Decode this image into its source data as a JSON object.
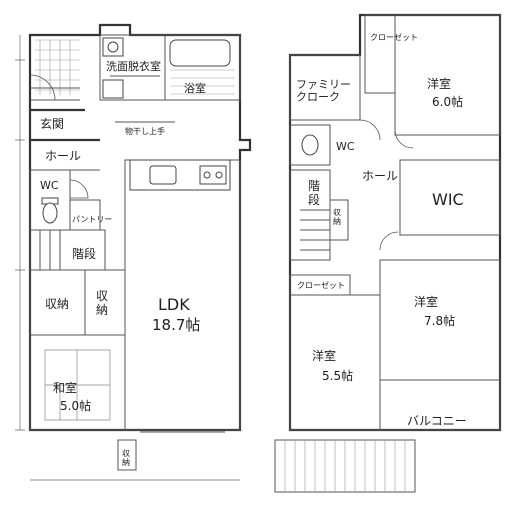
{
  "floor1": {
    "rooms": {
      "washroom": "洗面脱衣室",
      "bath": "浴室",
      "entrance": "玄関",
      "hall": "ホール",
      "wc": "WC",
      "pantry": "パントリー",
      "stairs": "階段",
      "storage_left": "収納",
      "storage_right": "収\n納",
      "ldk": "LDK",
      "ldk_size": "18.7帖",
      "washitsu": "和室",
      "washitsu_size": "5.0帖",
      "storage_small": "収\n納",
      "drying_rack": "物干し上手"
    }
  },
  "floor2": {
    "rooms": {
      "closet_top": "クローゼット",
      "family_cloak": "ファミリー\nクローク",
      "western_a": "洋室",
      "western_a_size": "6.0帖",
      "wc": "WC",
      "stairs": "階\n段",
      "hall": "ホール",
      "storage": "収\n納",
      "wic": "WIC",
      "closet_mid": "クローゼット",
      "western_b": "洋室",
      "western_b_size": "7.8帖",
      "western_c": "洋室",
      "western_c_size": "5.5帖",
      "balcony": "バルコニー"
    }
  }
}
